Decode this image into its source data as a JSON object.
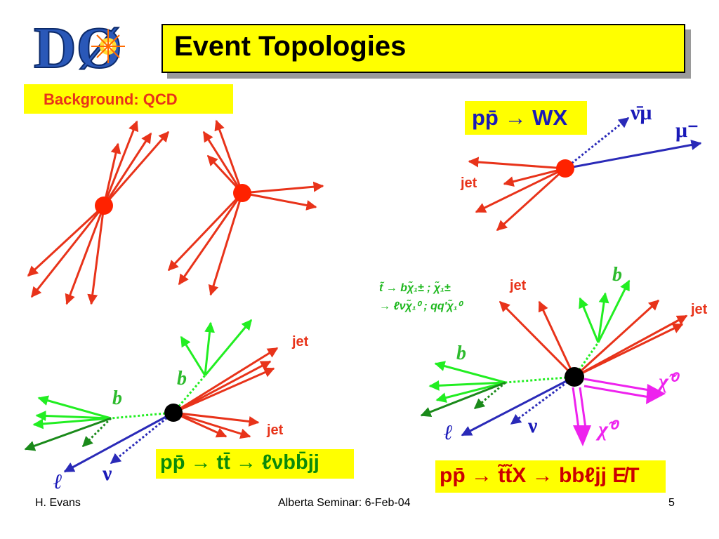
{
  "title": "Event Topologies",
  "footer": {
    "author": "H. Evans",
    "seminar": "Alberta Seminar: 6-Feb-04",
    "page": "5"
  },
  "logo": {
    "text": "DØ"
  },
  "qcd": {
    "label": "Background: QCD"
  },
  "wx": {
    "process": "pp̄ → WX",
    "neutrino": "ν̄μ",
    "muon": "μ⁻",
    "jet": "jet"
  },
  "ttbar": {
    "process": "pp̄ → tt̄ → ℓνbb̄jj",
    "b1": "b",
    "b2": "b",
    "jet1": "jet",
    "jet2": "jet",
    "lepton": "ℓ",
    "neutrino": "ν"
  },
  "stop": {
    "process": "pp̄ → t̃t̃X → bbℓjj E̸T",
    "decay1": "t̃ → bχ̃₁± ; χ̃₁±",
    "decay2": "→ ℓνχ̃₁⁰ ; qq′χ̃₁⁰",
    "b1": "b",
    "b2": "b",
    "jet1": "jet",
    "jet2": "jet",
    "lepton": "ℓ",
    "neutrino": "ν",
    "chi1": "χ̃⁰",
    "chi2": "χ̃⁰"
  },
  "colors": {
    "jet": "#e8331a",
    "b": "#22ee22",
    "lepton": "#2a2ab8",
    "neutrino": "#2a2ab8",
    "neutralino": "#ee22ee",
    "highlight": "#ffff00"
  }
}
